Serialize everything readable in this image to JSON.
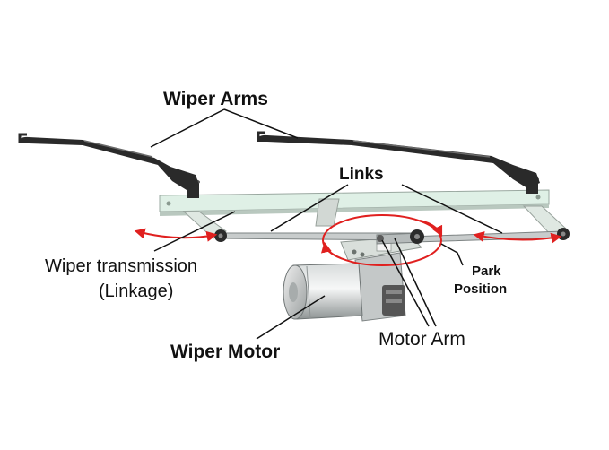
{
  "labels": {
    "wiper_arms": "Wiper Arms",
    "links": "Links",
    "wiper_transmission": "Wiper transmission",
    "linkage": "(Linkage)",
    "park": "Park",
    "position": "Position",
    "wiper_motor": "Wiper Motor",
    "motor_arm": "Motor Arm"
  },
  "colors": {
    "arrow_red": "#e0201f",
    "arm_dark": "#2a2a2a",
    "frame_mint": "#dff0e6",
    "metal_grey": "#b8bcbc"
  }
}
